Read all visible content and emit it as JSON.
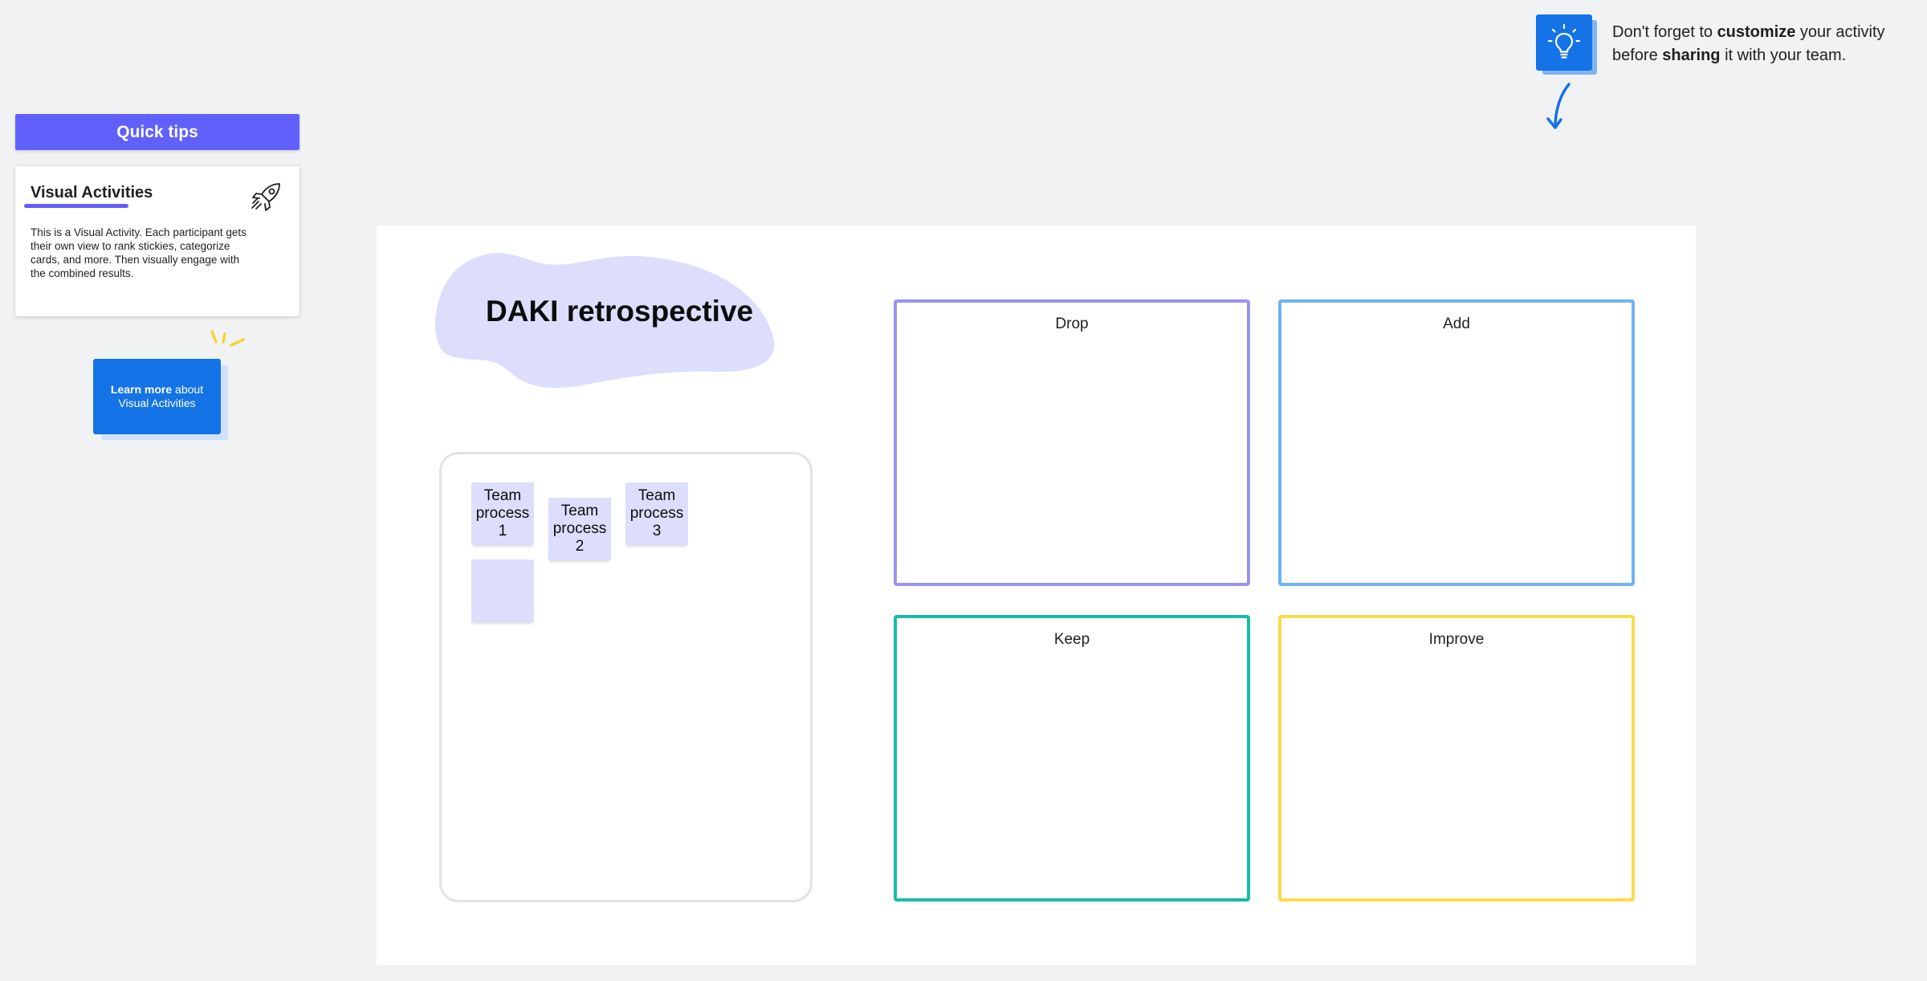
{
  "quick_tips": {
    "header": "Quick tips",
    "card_title": "Visual Activities",
    "card_body": "This is a Visual Activity. Each participant gets their own view to rank stickies, categorize cards, and more. Then visually engage with the combined results.",
    "learn_more_bold": "Learn more",
    "learn_more_rest": " about",
    "learn_more_line2": "Visual Activities"
  },
  "hint": {
    "part1": "Don't forget to ",
    "bold1": "customize",
    "part2": " your activity before ",
    "bold2": "sharing",
    "part3": " it with your team."
  },
  "board": {
    "title": "DAKI retrospective",
    "stickies": [
      {
        "lines": [
          "Team",
          "process",
          "1"
        ]
      },
      {
        "lines": [
          "Team",
          "process",
          "2"
        ]
      },
      {
        "lines": [
          "Team",
          "process",
          "3"
        ]
      },
      {
        "lines": []
      }
    ],
    "quadrants": [
      {
        "label": "Drop",
        "color": "#9b94ee"
      },
      {
        "label": "Add",
        "color": "#6fb2f2"
      },
      {
        "label": "Keep",
        "color": "#16bda5"
      },
      {
        "label": "Improve",
        "color": "#f9dc4a"
      }
    ]
  },
  "colors": {
    "accent_purple": "#6160fb",
    "accent_blue": "#1473e6",
    "sticky_lavender": "#dddefc"
  }
}
